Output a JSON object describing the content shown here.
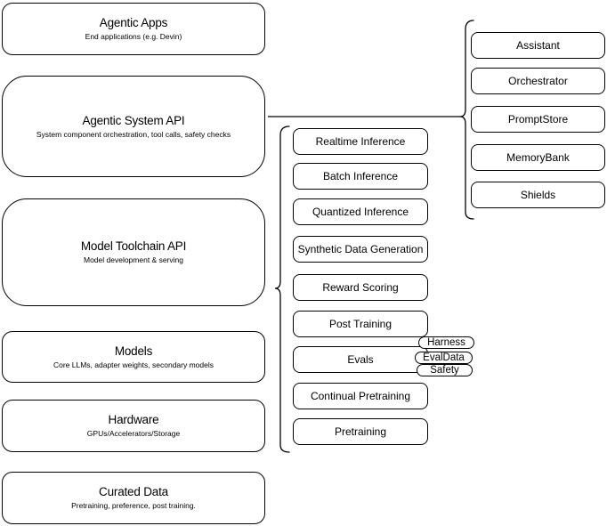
{
  "stack": [
    {
      "title": "Agentic Apps",
      "subtitle": "End applications (e.g. Devin)"
    },
    {
      "title": "Agentic System API",
      "subtitle": "System component orchestration, tool calls, safety checks"
    },
    {
      "title": "Model Toolchain API",
      "subtitle": "Model development & serving"
    },
    {
      "title": "Models",
      "subtitle": "Core LLMs, adapter weights, secondary models"
    },
    {
      "title": "Hardware",
      "subtitle": "GPUs/Accelerators/Storage"
    },
    {
      "title": "Curated Data",
      "subtitle": "Pretraining, preference, post training."
    }
  ],
  "toolchain_items": [
    "Realtime Inference",
    "Batch Inference",
    "Quantized Inference",
    "Synthetic Data Generation",
    "Reward Scoring",
    "Post Training",
    "Evals",
    "Continual Pretraining",
    "Pretraining"
  ],
  "eval_tags": [
    "Harness",
    "EvalData",
    "Safety"
  ],
  "system_components": [
    "Assistant",
    "Orchestrator",
    "PromptStore",
    "MemoryBank",
    "Shields"
  ],
  "colors": {
    "stroke": "#000000",
    "fill": "#ffffff",
    "text": "#000000",
    "background": "#ffffff"
  }
}
